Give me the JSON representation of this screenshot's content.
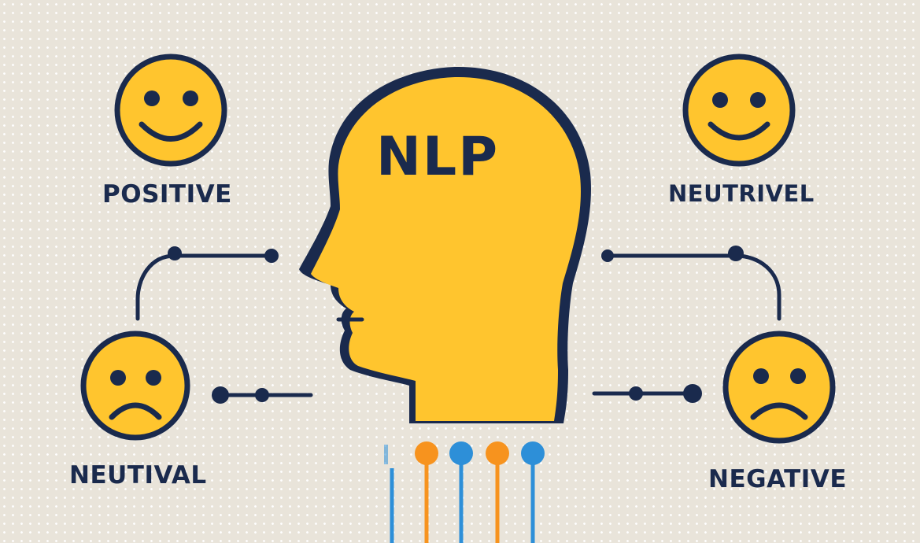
{
  "head": {
    "label": "NLP",
    "fill_color": "#ffc52e",
    "outline_color": "#1a2a4d"
  },
  "sentiments": [
    {
      "label": "POSITIVE",
      "face": "smiling-face-icon"
    },
    {
      "label": "NEUTRIVEL",
      "face": "smiling-face-icon"
    },
    {
      "label": "NEUTIVAL",
      "face": "frowning-face-icon"
    },
    {
      "label": "NEGATIVE",
      "face": "frowning-face-icon"
    }
  ],
  "colors": {
    "background": "#e9e4da",
    "face_fill": "#ffc52e",
    "outline": "#1a2a4d",
    "connector_orange": "#f7931e",
    "connector_blue": "#2d8fd8"
  }
}
